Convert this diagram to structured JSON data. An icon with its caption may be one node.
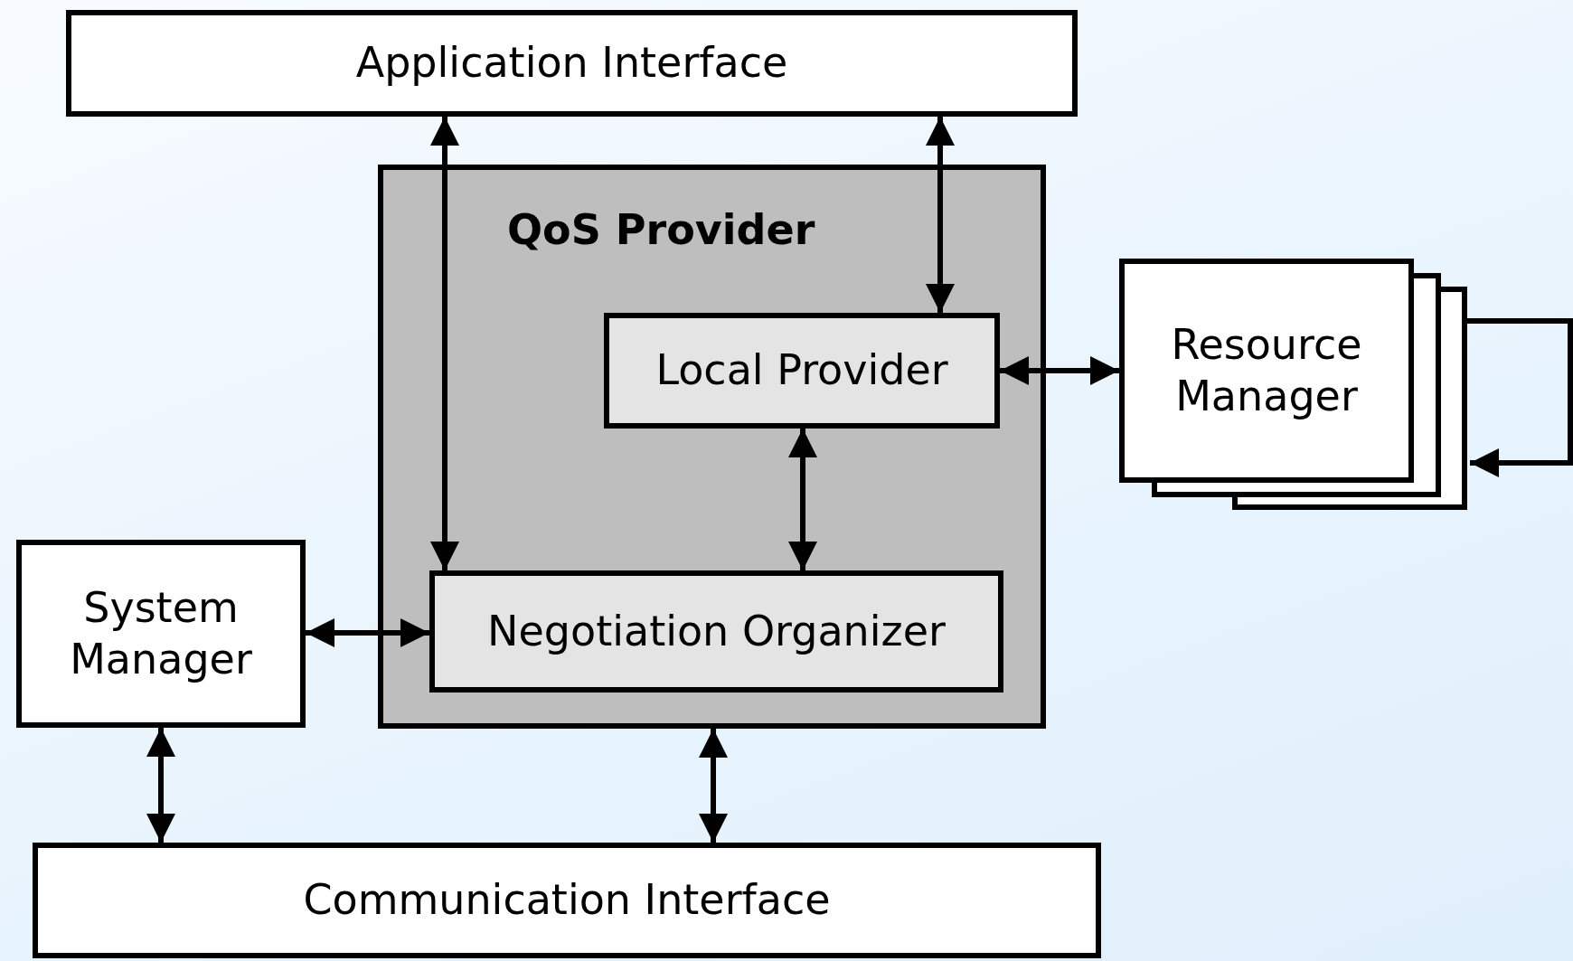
{
  "diagram": {
    "nodes": [
      {
        "text": [
          "Application Interface"
        ]
      },
      {
        "text": [
          "QoS Provider"
        ]
      },
      {
        "text": [
          "Local Provider"
        ],
        "in": 1
      },
      {
        "text": [
          "Negotiation Organizer"
        ],
        "in": 1
      },
      {
        "text": [
          "Resource Manager"
        ]
      },
      {
        "text": [
          "System Manager"
        ]
      },
      {
        "text": [
          "Communication Interface"
        ]
      }
    ],
    "edges": [
      {
        "from": 0,
        "to": 3,
        "arrow": "both"
      },
      {
        "from": 0,
        "to": 2,
        "arrow": "both"
      },
      {
        "from": 2,
        "to": 4,
        "arrow": "both"
      },
      {
        "from": 2,
        "to": 3,
        "arrow": "both"
      },
      {
        "from": 5,
        "to": 3,
        "arrow": "both"
      },
      {
        "from": 5,
        "to": 6,
        "arrow": "both"
      },
      {
        "from": 1,
        "to": 6,
        "arrow": "both"
      },
      {
        "from": 4,
        "to": 4,
        "arrow": "to"
      }
    ]
  }
}
